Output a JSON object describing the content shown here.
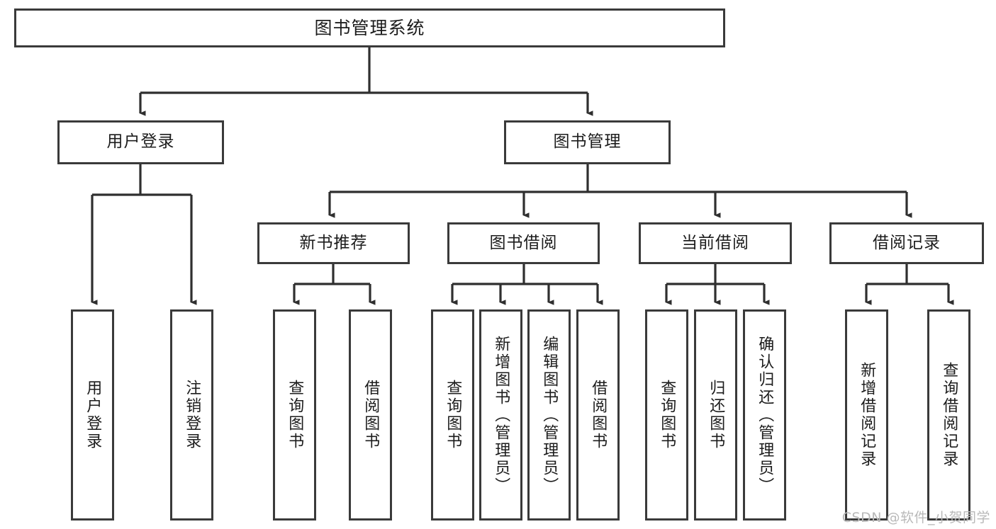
{
  "diagram": {
    "title": "图书管理系统",
    "type": "tree-hierarchy-chart",
    "watermark": "CSDN @软件_小贺同学",
    "colors": {
      "box_border": "#3a3a3a",
      "box_fill": "#ffffff",
      "connector": "#2f2f2f",
      "text": "#1c1c1c",
      "watermark": "#b9b9b9",
      "background": "#ffffff"
    },
    "levels": {
      "level1": [
        {
          "id": "root",
          "label": "图书管理系统"
        }
      ],
      "level2": [
        {
          "id": "user-login",
          "label": "用户登录"
        },
        {
          "id": "book-manage",
          "label": "图书管理"
        }
      ],
      "level3": [
        {
          "id": "new-book-recommend",
          "label": "新书推荐",
          "parent": "book-manage"
        },
        {
          "id": "book-borrow",
          "label": "图书借阅",
          "parent": "book-manage"
        },
        {
          "id": "current-borrow",
          "label": "当前借阅",
          "parent": "book-manage"
        },
        {
          "id": "borrow-record",
          "label": "借阅记录",
          "parent": "book-manage"
        }
      ],
      "level4": [
        {
          "id": "leaf-user-login",
          "label": "用户登录",
          "parent": "user-login"
        },
        {
          "id": "leaf-logout-login",
          "label": "注销登录",
          "parent": "user-login"
        },
        {
          "id": "leaf-query-book-1",
          "label": "查询图书",
          "parent": "new-book-recommend"
        },
        {
          "id": "leaf-borrow-book-1",
          "label": "借阅图书",
          "parent": "new-book-recommend"
        },
        {
          "id": "leaf-query-book-2",
          "label": "查询图书",
          "parent": "book-borrow"
        },
        {
          "id": "leaf-add-book",
          "label": "新增图书（管理员）",
          "parent": "book-borrow"
        },
        {
          "id": "leaf-edit-book",
          "label": "编辑图书（管理员）",
          "parent": "book-borrow"
        },
        {
          "id": "leaf-borrow-book-2",
          "label": "借阅图书",
          "parent": "book-borrow"
        },
        {
          "id": "leaf-query-book-3",
          "label": "查询图书",
          "parent": "current-borrow"
        },
        {
          "id": "leaf-return-book",
          "label": "归还图书",
          "parent": "current-borrow"
        },
        {
          "id": "leaf-confirm-return",
          "label": "确认归还（管理员）",
          "parent": "current-borrow"
        },
        {
          "id": "leaf-add-record",
          "label": "新增借阅记录",
          "parent": "borrow-record"
        },
        {
          "id": "leaf-query-record",
          "label": "查询借阅记录",
          "parent": "borrow-record"
        }
      ]
    }
  }
}
